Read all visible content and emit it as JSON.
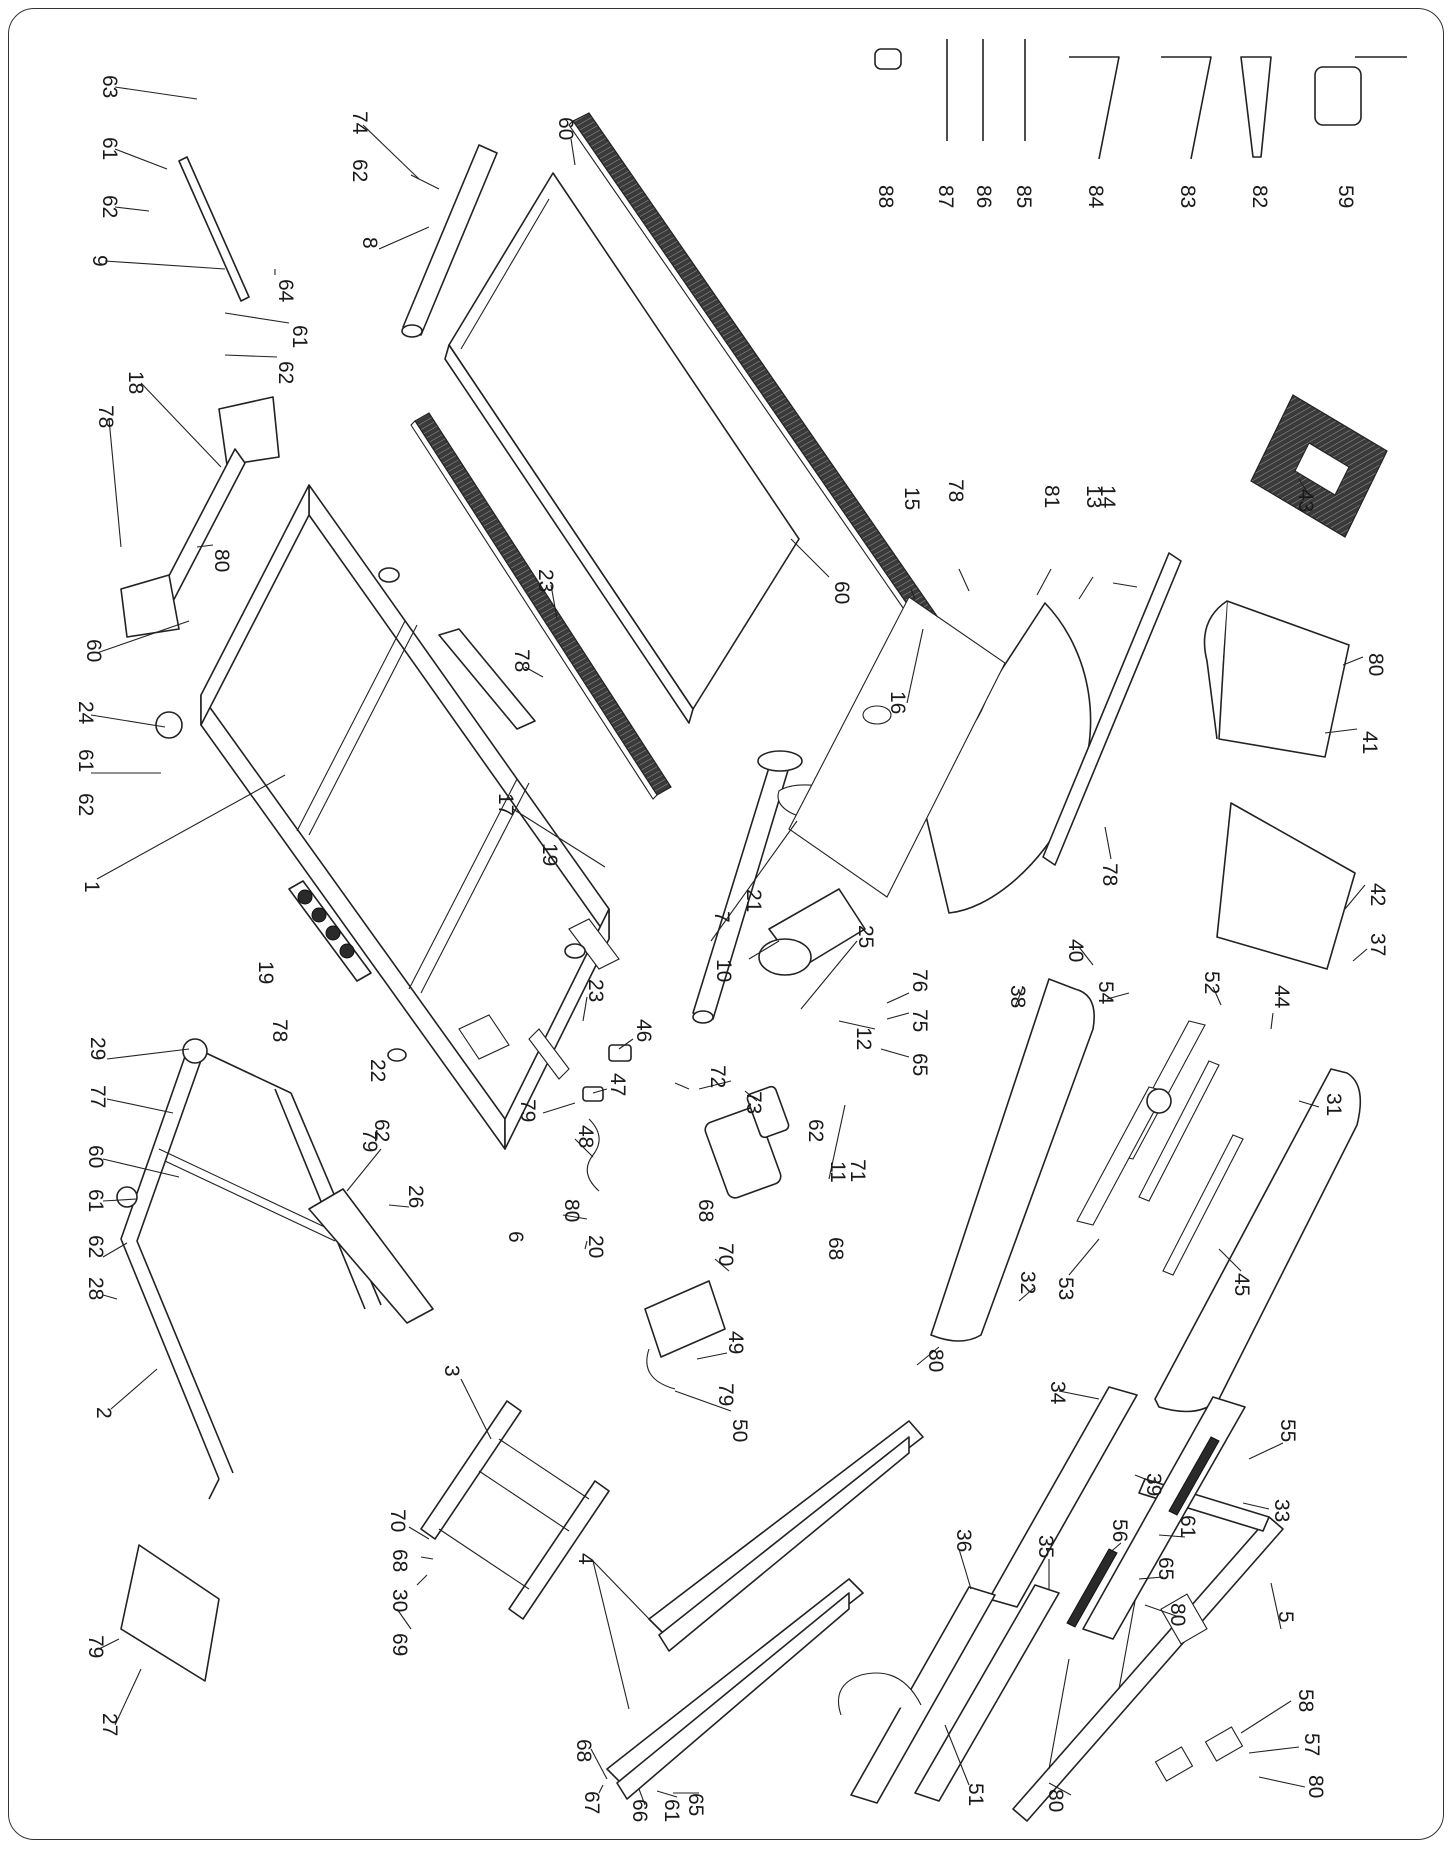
{
  "diagram": {
    "callouts": [
      {
        "id": "c-63",
        "label": "63"
      },
      {
        "id": "c-61a",
        "label": "61"
      },
      {
        "id": "c-62a",
        "label": "62"
      },
      {
        "id": "c-9",
        "label": "9"
      },
      {
        "id": "c-64",
        "label": "64"
      },
      {
        "id": "c-61b",
        "label": "61"
      },
      {
        "id": "c-62b",
        "label": "62"
      },
      {
        "id": "c-18",
        "label": "18"
      },
      {
        "id": "c-78a",
        "label": "78"
      },
      {
        "id": "c-80a",
        "label": "80"
      },
      {
        "id": "c-60a",
        "label": "60"
      },
      {
        "id": "c-24",
        "label": "24"
      },
      {
        "id": "c-61c",
        "label": "61"
      },
      {
        "id": "c-62c",
        "label": "62"
      },
      {
        "id": "c-1",
        "label": "1"
      },
      {
        "id": "c-19a",
        "label": "19"
      },
      {
        "id": "c-78b",
        "label": "78"
      },
      {
        "id": "c-22",
        "label": "22"
      },
      {
        "id": "c-62d",
        "label": "62"
      },
      {
        "id": "c-29",
        "label": "29"
      },
      {
        "id": "c-77",
        "label": "77"
      },
      {
        "id": "c-60b",
        "label": "60"
      },
      {
        "id": "c-61d",
        "label": "61"
      },
      {
        "id": "c-62e",
        "label": "62"
      },
      {
        "id": "c-28",
        "label": "28"
      },
      {
        "id": "c-2",
        "label": "2"
      },
      {
        "id": "c-79a",
        "label": "79"
      },
      {
        "id": "c-27",
        "label": "27"
      },
      {
        "id": "c-74",
        "label": "74"
      },
      {
        "id": "c-62f",
        "label": "62"
      },
      {
        "id": "c-8",
        "label": "8"
      },
      {
        "id": "c-60c",
        "label": "60"
      },
      {
        "id": "c-23a",
        "label": "23"
      },
      {
        "id": "c-78c",
        "label": "78"
      },
      {
        "id": "c-19b",
        "label": "19"
      },
      {
        "id": "c-17",
        "label": "17"
      },
      {
        "id": "c-10",
        "label": "10"
      },
      {
        "id": "c-21",
        "label": "21"
      },
      {
        "id": "c-23b",
        "label": "23"
      },
      {
        "id": "c-16",
        "label": "16"
      },
      {
        "id": "c-60d",
        "label": "60"
      },
      {
        "id": "c-7",
        "label": "7"
      },
      {
        "id": "c-25",
        "label": "25"
      },
      {
        "id": "c-12",
        "label": "12"
      },
      {
        "id": "c-62g",
        "label": "62"
      },
      {
        "id": "c-73",
        "label": "73"
      },
      {
        "id": "c-72",
        "label": "72"
      },
      {
        "id": "c-46",
        "label": "46"
      },
      {
        "id": "c-47",
        "label": "47"
      },
      {
        "id": "c-79b",
        "label": "79"
      },
      {
        "id": "c-48",
        "label": "48"
      },
      {
        "id": "c-80b",
        "label": "80"
      },
      {
        "id": "c-6",
        "label": "6"
      },
      {
        "id": "c-20",
        "label": "20"
      },
      {
        "id": "c-68a",
        "label": "68"
      },
      {
        "id": "c-70a",
        "label": "70"
      },
      {
        "id": "c-11",
        "label": "11"
      },
      {
        "id": "c-68b",
        "label": "68"
      },
      {
        "id": "c-71",
        "label": "71"
      },
      {
        "id": "c-49",
        "label": "49"
      },
      {
        "id": "c-79c",
        "label": "79"
      },
      {
        "id": "c-50",
        "label": "50"
      },
      {
        "id": "c-79d",
        "label": "79"
      },
      {
        "id": "c-26",
        "label": "26"
      },
      {
        "id": "c-3",
        "label": "3"
      },
      {
        "id": "c-70b",
        "label": "70"
      },
      {
        "id": "c-68c",
        "label": "68"
      },
      {
        "id": "c-30",
        "label": "30"
      },
      {
        "id": "c-69",
        "label": "69"
      },
      {
        "id": "c-4",
        "label": "4"
      },
      {
        "id": "c-68d",
        "label": "68"
      },
      {
        "id": "c-67",
        "label": "67"
      },
      {
        "id": "c-66",
        "label": "66"
      },
      {
        "id": "c-61e",
        "label": "61"
      },
      {
        "id": "c-65a",
        "label": "65"
      },
      {
        "id": "c-88",
        "label": "88"
      },
      {
        "id": "c-87",
        "label": "87"
      },
      {
        "id": "c-86",
        "label": "86"
      },
      {
        "id": "c-85",
        "label": "85"
      },
      {
        "id": "c-84",
        "label": "84"
      },
      {
        "id": "c-83",
        "label": "83"
      },
      {
        "id": "c-82",
        "label": "82"
      },
      {
        "id": "c-59",
        "label": "59"
      },
      {
        "id": "c-78d",
        "label": "78"
      },
      {
        "id": "c-15",
        "label": "15"
      },
      {
        "id": "c-81",
        "label": "81"
      },
      {
        "id": "c-13",
        "label": "13"
      },
      {
        "id": "c-14",
        "label": "14"
      },
      {
        "id": "c-43",
        "label": "43"
      },
      {
        "id": "c-78e",
        "label": "78"
      },
      {
        "id": "c-80c",
        "label": "80"
      },
      {
        "id": "c-41",
        "label": "41"
      },
      {
        "id": "c-42",
        "label": "42"
      },
      {
        "id": "c-40",
        "label": "40"
      },
      {
        "id": "c-76",
        "label": "76"
      },
      {
        "id": "c-75",
        "label": "75"
      },
      {
        "id": "c-65b",
        "label": "65"
      },
      {
        "id": "c-38",
        "label": "38"
      },
      {
        "id": "c-54",
        "label": "54"
      },
      {
        "id": "c-52",
        "label": "52"
      },
      {
        "id": "c-44",
        "label": "44"
      },
      {
        "id": "c-37",
        "label": "37"
      },
      {
        "id": "c-31",
        "label": "31"
      },
      {
        "id": "c-53",
        "label": "53"
      },
      {
        "id": "c-45",
        "label": "45"
      },
      {
        "id": "c-32",
        "label": "32"
      },
      {
        "id": "c-80d",
        "label": "80"
      },
      {
        "id": "c-34",
        "label": "34"
      },
      {
        "id": "c-55",
        "label": "55"
      },
      {
        "id": "c-39",
        "label": "39"
      },
      {
        "id": "c-33",
        "label": "33"
      },
      {
        "id": "c-61f",
        "label": "61"
      },
      {
        "id": "c-65c",
        "label": "65"
      },
      {
        "id": "c-80e",
        "label": "80"
      },
      {
        "id": "c-36",
        "label": "36"
      },
      {
        "id": "c-35",
        "label": "35"
      },
      {
        "id": "c-56",
        "label": "56"
      },
      {
        "id": "c-5",
        "label": "5"
      },
      {
        "id": "c-58",
        "label": "58"
      },
      {
        "id": "c-57",
        "label": "57"
      },
      {
        "id": "c-80f",
        "label": "80"
      },
      {
        "id": "c-51",
        "label": "51"
      },
      {
        "id": "c-80g",
        "label": "80"
      }
    ]
  }
}
